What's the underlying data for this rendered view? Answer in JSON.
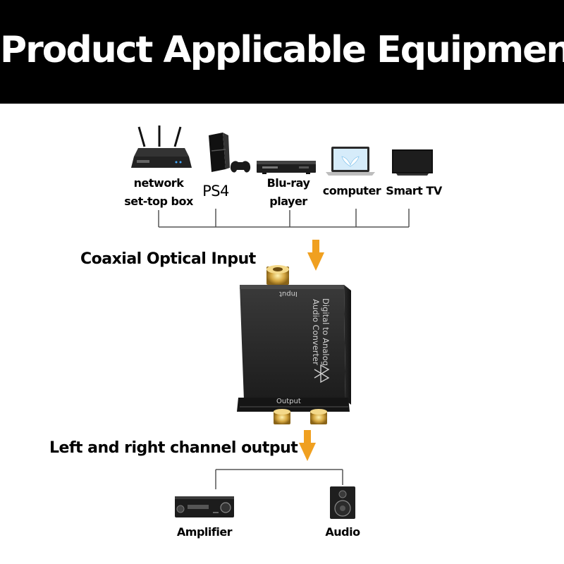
{
  "header": {
    "title": "Product Applicable Equipment"
  },
  "sources": [
    {
      "line1": "network",
      "line2": "set-top box",
      "icon": "router-icon"
    },
    {
      "line1": "PS4",
      "line2": "",
      "icon": "game-console-icon"
    },
    {
      "line1": "Blu-ray",
      "line2": "player",
      "icon": "bluray-player-icon"
    },
    {
      "line1": "computer",
      "line2": "",
      "icon": "laptop-icon"
    },
    {
      "line1": "Smart TV",
      "line2": "",
      "icon": "tv-icon"
    }
  ],
  "input_label": "Coaxial Optical Input",
  "device": {
    "name_line1": "Digital to Analog",
    "name_line2": "Audio Converter",
    "input_text": "Input",
    "output_text": "Output",
    "icon": "bluetooth-icon"
  },
  "output_label": "Left and right channel output",
  "outputs": [
    {
      "label": "Amplifier",
      "icon": "amplifier-icon"
    },
    {
      "label": "Audio",
      "icon": "speaker-icon"
    }
  ],
  "colors": {
    "arrow": "#f0a020",
    "header_bg": "#000000",
    "header_text": "#ffffff"
  }
}
